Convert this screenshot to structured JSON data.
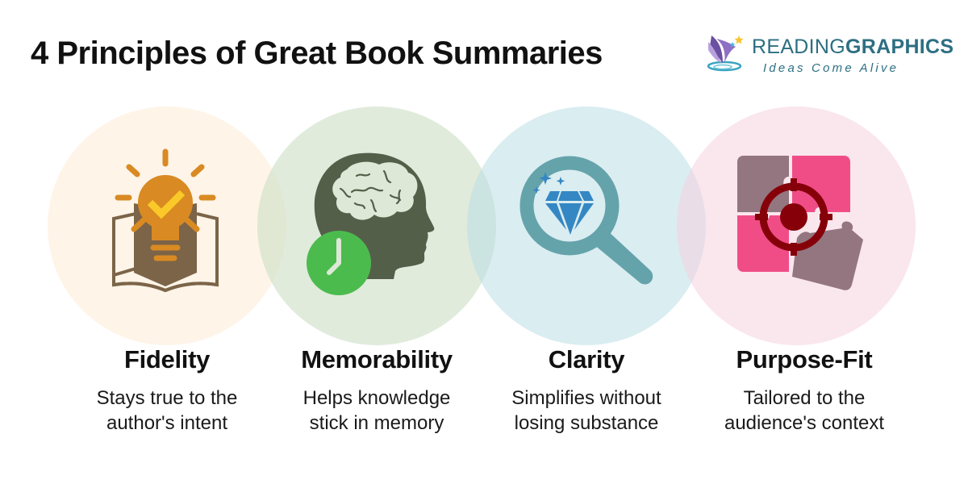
{
  "header": {
    "title": "4 Principles of Great Book Summaries"
  },
  "logo": {
    "name_light": "READING",
    "name_bold": "GRAPHICS",
    "tagline": "Ideas Come Alive",
    "color": "#2d6f82"
  },
  "principles": [
    {
      "title": "Fidelity",
      "desc_line1": "Stays true to the",
      "desc_line2": "author's intent",
      "icon": "lightbulb-check-book-icon",
      "circle_color": "#fef3e6"
    },
    {
      "title": "Memorability",
      "desc_line1": "Helps knowledge",
      "desc_line2": "stick in memory",
      "icon": "brain-head-clock-icon",
      "circle_color": "#dde8d6"
    },
    {
      "title": "Clarity",
      "desc_line1": "Simplifies without",
      "desc_line2": "losing substance",
      "icon": "magnifier-diamond-icon",
      "circle_color": "#d8ebef"
    },
    {
      "title": "Purpose-Fit",
      "desc_line1": "Tailored to the",
      "desc_line2": "audience's context",
      "icon": "puzzle-target-icon",
      "circle_color": "#f9e4eb"
    }
  ]
}
